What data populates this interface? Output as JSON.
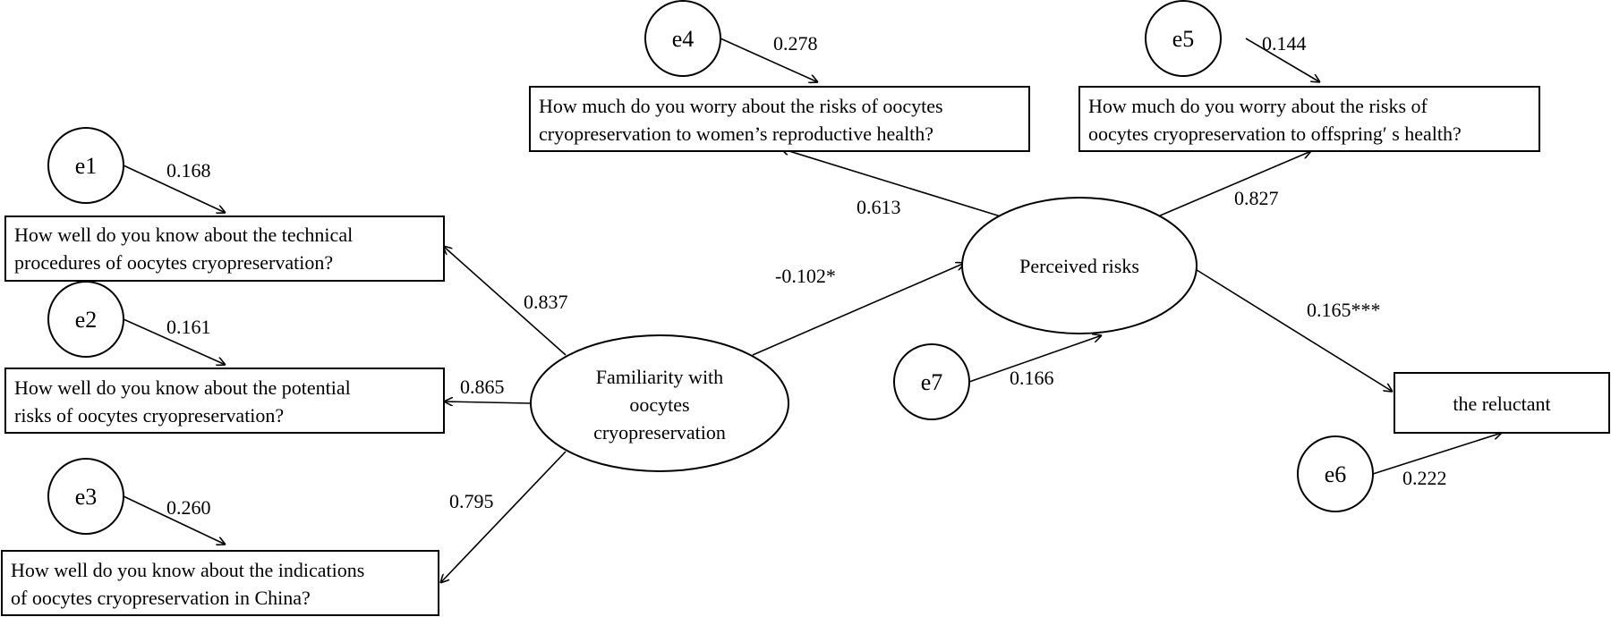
{
  "diagram": {
    "central_latent": {
      "lines": [
        "Familiarity with",
        "oocytes",
        "cryopreservation"
      ]
    },
    "risk_latent": {
      "label": "Perceived risks"
    },
    "outcome": {
      "label": "the reluctant"
    },
    "indicators": [
      {
        "id": "q1",
        "lines": [
          "How well do you know about the technical",
          "procedures of oocytes cryopreservation?"
        ]
      },
      {
        "id": "q2",
        "lines": [
          "How well do you know about the potential",
          "risks of oocytes cryopreservation?"
        ]
      },
      {
        "id": "q3",
        "lines": [
          "How well do you know about the indications",
          "of oocytes cryopreservation in China?"
        ]
      },
      {
        "id": "q4",
        "lines": [
          "How much do you worry about the risks of oocytes",
          "cryopreservation to women’s reproductive health?"
        ]
      },
      {
        "id": "q5",
        "lines": [
          "How much do you worry about the risks of",
          "oocytes cryopreservation to offspring′ s health?"
        ]
      }
    ],
    "error_terms": [
      "e1",
      "e2",
      "e3",
      "e4",
      "e5",
      "e6",
      "e7"
    ],
    "coefficients": {
      "e1": "0.168",
      "e2": "0.161",
      "e3": "0.260",
      "e4": "0.278",
      "e5": "0.144",
      "e6": "0.222",
      "e7": "0.166",
      "fam_q1": "0.837",
      "fam_q2": "0.865",
      "fam_q3": "0.795",
      "risk_q4": "0.613",
      "risk_q5": "0.827",
      "fam_risk": "-0.102*",
      "risk_outcome": "0.165***"
    }
  }
}
